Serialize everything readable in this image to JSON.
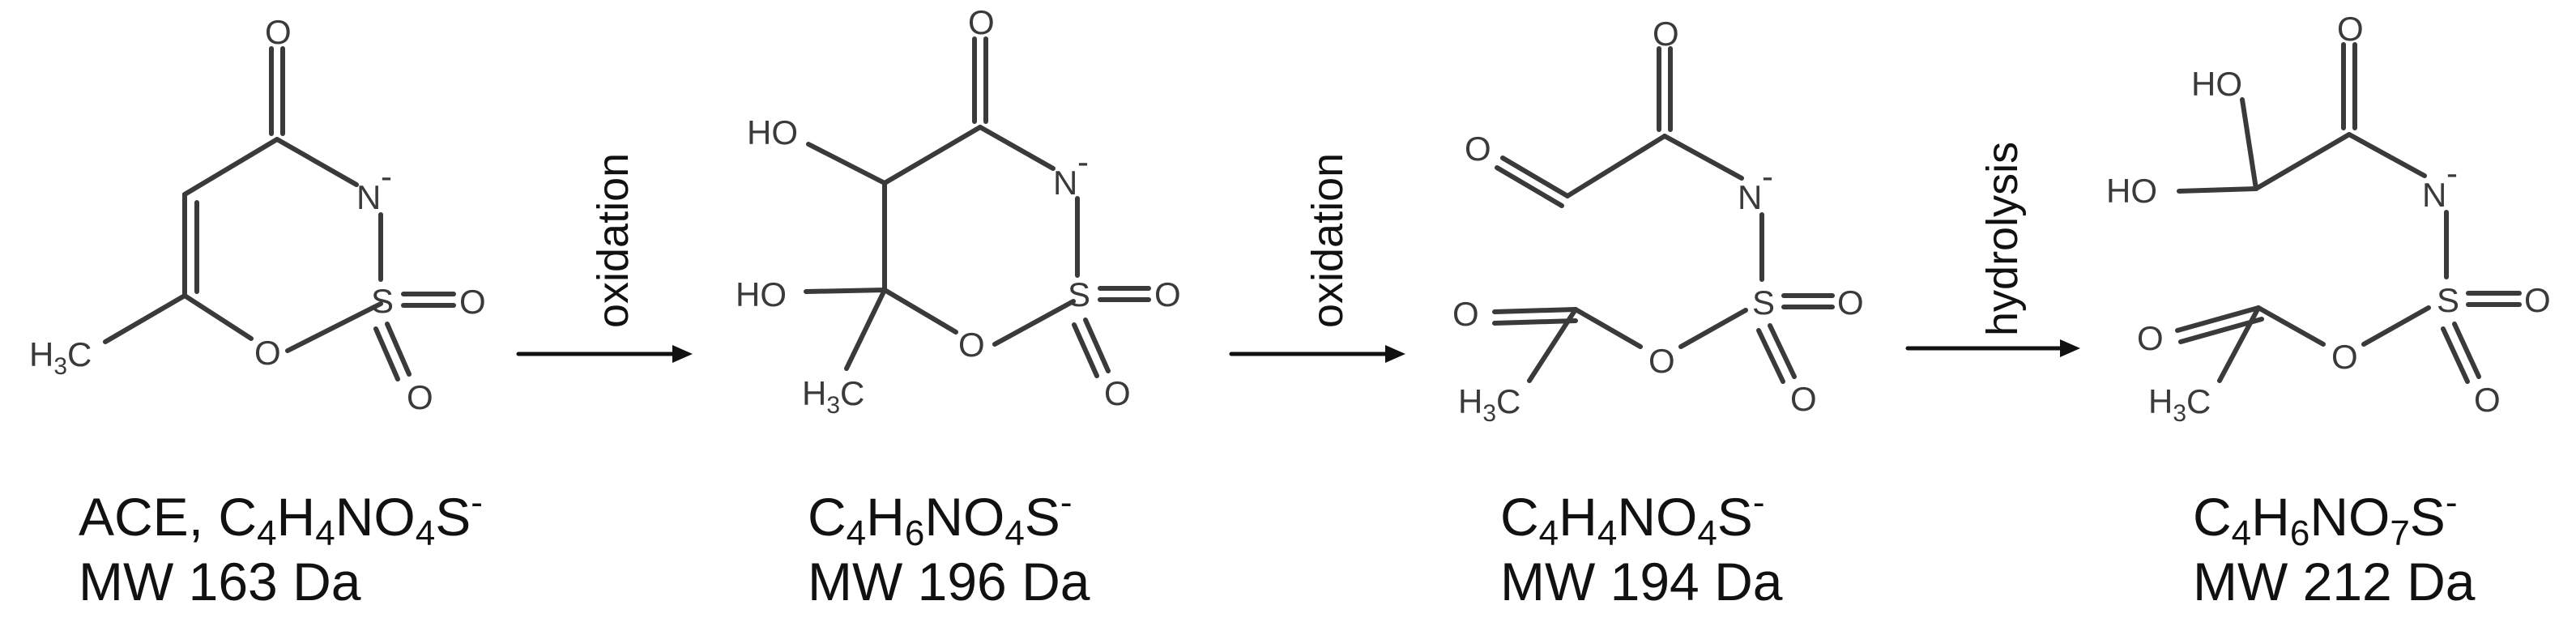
{
  "steps": [
    {
      "label": "oxidation"
    },
    {
      "label": "oxidation"
    },
    {
      "label": "hydrolysis"
    }
  ],
  "compounds": [
    {
      "name_prefix": "ACE, ",
      "formula": [
        {
          "t": "C"
        },
        {
          "sub": "4"
        },
        {
          "t": "H"
        },
        {
          "sub": "4"
        },
        {
          "t": "NO"
        },
        {
          "sub": "4"
        },
        {
          "t": "S"
        },
        {
          "sup": "-"
        }
      ],
      "mw": "MW 163 Da"
    },
    {
      "name_prefix": "",
      "formula": [
        {
          "t": "C"
        },
        {
          "sub": "4"
        },
        {
          "t": "H"
        },
        {
          "sub": "6"
        },
        {
          "t": "NO"
        },
        {
          "sub": "4"
        },
        {
          "t": "S"
        },
        {
          "sup": "-"
        }
      ],
      "mw": "MW 196 Da"
    },
    {
      "name_prefix": "",
      "formula": [
        {
          "t": "C"
        },
        {
          "sub": "4"
        },
        {
          "t": "H"
        },
        {
          "sub": "4"
        },
        {
          "t": "NO"
        },
        {
          "sub": "4"
        },
        {
          "t": "S"
        },
        {
          "sup": "-"
        }
      ],
      "mw": "MW 194 Da"
    },
    {
      "name_prefix": "",
      "formula": [
        {
          "t": "C"
        },
        {
          "sub": "4"
        },
        {
          "t": "H"
        },
        {
          "sub": "6"
        },
        {
          "t": "NO"
        },
        {
          "sub": "7"
        },
        {
          "t": "S"
        },
        {
          "sup": "-"
        }
      ],
      "mw": "MW 212 Da"
    }
  ],
  "atom_labels": {
    "O": "O",
    "N": "N",
    "S": "S",
    "HO": "HO",
    "H3C": [
      "H",
      "3",
      "C"
    ],
    "charge": "-"
  }
}
